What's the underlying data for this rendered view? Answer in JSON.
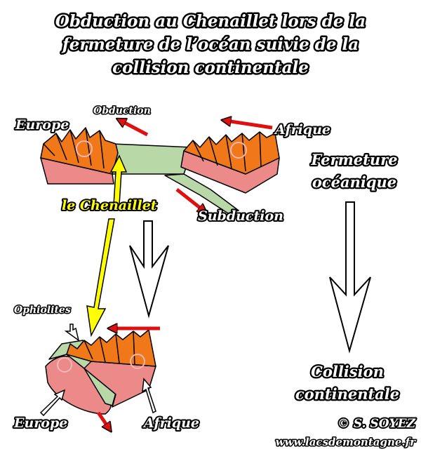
{
  "title": {
    "line1": "Obduction au Chenaillet lors de la",
    "line2": "fermeture de l’océan suivie de la",
    "line3": "collision continentale"
  },
  "top_diagram": {
    "label_europe": "Europe",
    "label_afrique": "Afrique",
    "label_obduction": "Obduction",
    "label_subduction": "Subduction",
    "label_chenaillet": "le Chenaillet"
  },
  "bottom_diagram": {
    "label_ophiolites": "Ophiolites",
    "label_europe": "Europe",
    "label_afrique": "Afrique"
  },
  "side": {
    "label_fermeture_1": "Fermeture",
    "label_fermeture_2": "océanique",
    "label_collision_1": "Collision",
    "label_collision_2": "continentale"
  },
  "credit": {
    "author": "© S. SOYEZ",
    "site": "www.lacsdemontagne.fr"
  },
  "colors": {
    "continent_top": "#f07818",
    "continent_side": "#ec8a8a",
    "ocean": "#b8d8a8",
    "red_arrow": "#e01010",
    "yellow_arrow": "#ffff00"
  }
}
